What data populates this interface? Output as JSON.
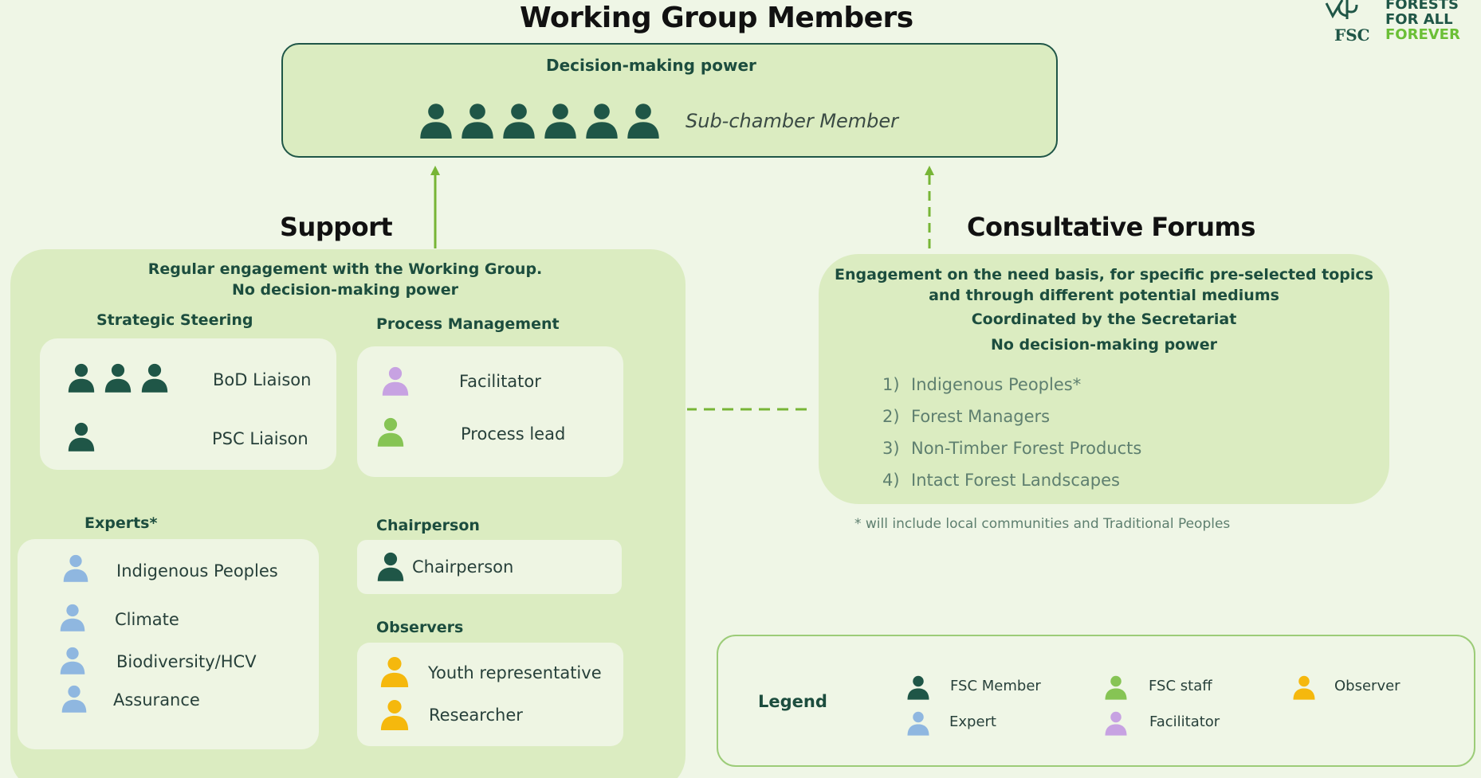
{
  "colors": {
    "fsc_member": "#1f5647",
    "fsc_staff": "#86c454",
    "observer": "#f5b80d",
    "expert": "#8fb7e0",
    "facilitator": "#c7a2e2",
    "arrow": "#77b536"
  },
  "logo": {
    "brand": "FSC",
    "tagline_lines": [
      "FORESTS",
      "FOR ALL",
      "FOREVER"
    ]
  },
  "title": "Working Group Members",
  "decision_box": {
    "heading": "Decision-making power",
    "member_label": "Sub-chamber Member",
    "icon_count": 6
  },
  "support": {
    "title": "Support",
    "desc_line1": "Regular engagement with the Working Group.",
    "desc_line2": "No decision-making power",
    "strategic_steering": {
      "heading": "Strategic Steering",
      "bod_label": "BoD Liaison",
      "psc_label": "PSC Liaison"
    },
    "process_management": {
      "heading": "Process Management",
      "facilitator_label": "Facilitator",
      "process_lead_label": "Process lead"
    },
    "experts": {
      "heading": "Experts*",
      "items": [
        "Indigenous Peoples",
        "Climate",
        "Biodiversity/HCV",
        "Assurance"
      ]
    },
    "chairperson": {
      "heading": "Chairperson",
      "label": "Chairperson"
    },
    "observers": {
      "heading": "Observers",
      "items": [
        "Youth representative",
        "Researcher"
      ]
    }
  },
  "consultative": {
    "title": "Consultative Forums",
    "line1": "Engagement on the need basis, for specific pre-selected topics",
    "line2": "and through different potential mediums",
    "line3": "Coordinated by the Secretariat",
    "line4": "No decision-making power",
    "items": [
      {
        "num": "1)",
        "label": "Indigenous Peoples*"
      },
      {
        "num": "2)",
        "label": "Forest Managers"
      },
      {
        "num": "3)",
        "label": "Non-Timber Forest Products"
      },
      {
        "num": "4)",
        "label": "Intact Forest Landscapes"
      }
    ],
    "footnote": "* will include local communities and Traditional Peoples"
  },
  "legend": {
    "title": "Legend",
    "fsc_member": "FSC Member",
    "fsc_staff": "FSC staff",
    "observer": "Observer",
    "expert": "Expert",
    "facilitator": "Facilitator"
  }
}
